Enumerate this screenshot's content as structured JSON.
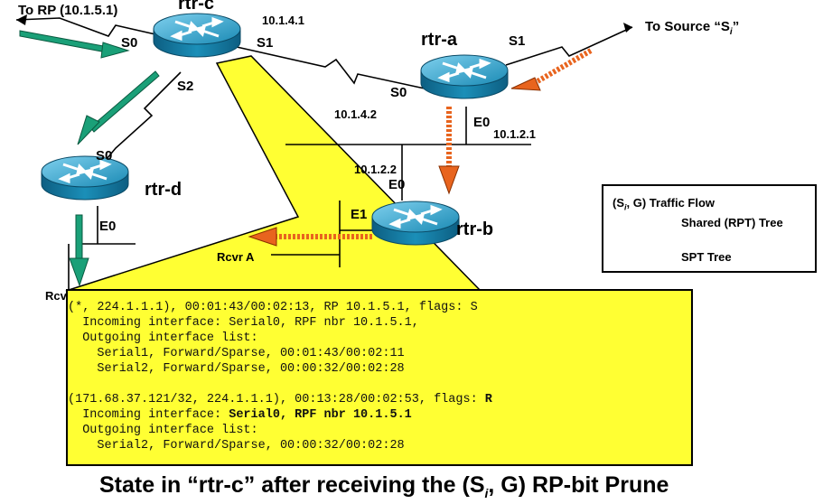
{
  "routers": {
    "rtr_a": "rtr-a",
    "rtr_b": "rtr-b",
    "rtr_c": "rtr-c",
    "rtr_d": "rtr-d"
  },
  "labels": {
    "to_rp": "To RP (10.1.5.1)",
    "to_source_prefix": "To Source “S",
    "to_source_sub": "i",
    "to_source_suffix": "”",
    "c_s0": "S0",
    "c_s1": "S1",
    "c_s2": "S2",
    "c_ip": "10.1.4.1",
    "a_s1": "S1",
    "a_s0": "S0",
    "a_ip_s0": "10.1.4.2",
    "a_e0": "E0",
    "a_ip_e0": "10.1.2.1",
    "d_s0": "S0",
    "d_e0": "E0",
    "b_ip": "10.1.2.2",
    "b_e0": "E0",
    "b_e1": "E1",
    "rcvr_a": "Rcvr  A",
    "rcvr_b": "Rcv"
  },
  "legend": {
    "title_prefix": "(S",
    "title_sub": "i",
    "title_suffix": ", G) Traffic Flow",
    "shared": "Shared (RPT) Tree",
    "spt": "SPT Tree"
  },
  "state": {
    "line1": "(*, 224.1.1.1), 00:01:43/00:02:13, RP 10.1.5.1, flags: S",
    "line2": "  Incoming interface: Serial0, RPF nbr 10.1.5.1,",
    "line3": "  Outgoing interface list:",
    "line4": "    Serial1, Forward/Sparse, 00:01:43/00:02:11",
    "line5": "    Serial2, Forward/Sparse, 00:00:32/00:02:28",
    "line6_pre": "(171.68.37.121/32, 224.1.1.1), 00:13:28/00:02:53, flags: ",
    "line6_flag": "R",
    "line7_pre": "  Incoming interface: ",
    "line7_bold": "Serial0, RPF nbr 10.1.5.1",
    "line8": "  Outgoing interface list:",
    "line9": "    Serial2, Forward/Sparse, 00:00:32/00:02:28"
  },
  "caption": {
    "prefix": "State in “rtr-c” after receiving the (S",
    "sub": "i",
    "suffix": ", G) RP-bit Prune"
  },
  "colors": {
    "shared_tree": "#1aa078",
    "spt_tree": "#e8641e",
    "highlight": "#ffff33",
    "router_body": "#1b8fb8"
  }
}
